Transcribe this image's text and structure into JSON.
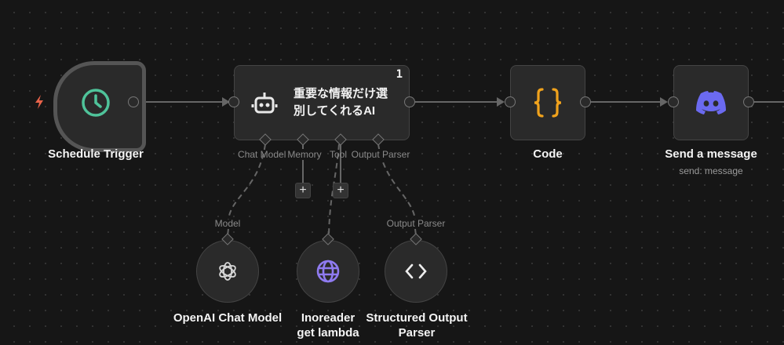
{
  "nodes": {
    "schedule_trigger": {
      "label": "Schedule Trigger",
      "icon": "clock-icon"
    },
    "ai_agent": {
      "title": "重要な情報だけ選別してくれるAI",
      "title_line1": "重要な情報だけ選",
      "title_line2": "別してくれるAI",
      "badge": "1",
      "icon": "robot-icon",
      "ports": {
        "chat_model": "Chat Model",
        "memory": "Memory",
        "tool": "Tool",
        "output_parser": "Output Parser"
      }
    },
    "code": {
      "label": "Code",
      "icon": "braces-icon"
    },
    "discord": {
      "label": "Send a message",
      "subtitle": "send: message",
      "icon": "discord-icon"
    },
    "openai": {
      "label": "OpenAI Chat Model",
      "port": "Model",
      "icon": "openai-icon"
    },
    "inoreader": {
      "label": "Inoreader get lambda",
      "icon": "globe-icon"
    },
    "structured_parser": {
      "label": "Structured Output Parser",
      "port": "Output Parser",
      "icon": "code-brackets-icon"
    }
  },
  "plus_label": "+",
  "colors": {
    "trigger_icon": "#4fc39a",
    "code_icon": "#f0a21c",
    "discord": "#6b6af0",
    "globe": "#8f7bf0",
    "bolt": "#e8634a"
  }
}
